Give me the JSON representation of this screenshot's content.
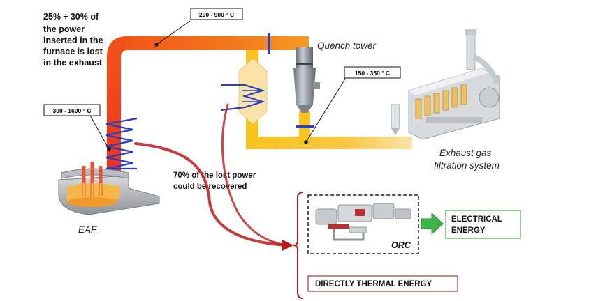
{
  "loss_note": [
    "25% ÷ 30% of",
    "the power",
    "inserted in the",
    "furnace is lost",
    "in the exhaust"
  ],
  "temperatures": {
    "duct_top": "200 - 900 ° C",
    "furnace_exit": "300 - 1600 ° C",
    "after_quench": "150 - 350 ° C"
  },
  "components": {
    "eaf": "EAF",
    "quench_tower": "Quench tower",
    "filtration": [
      "Exhaust gas",
      "filtration system"
    ],
    "orc": "ORC"
  },
  "recovery_note": [
    "70% of the lost power",
    "could be recovered"
  ],
  "outputs": {
    "electrical": [
      "ELECTRICAL",
      "ENERGY"
    ],
    "thermal": "DIRECTLY THERMAL ENERGY"
  },
  "colors": {
    "duct_hot": "#f0401a",
    "duct_mid": "#f5a21e",
    "duct_cool": "#f7c31c",
    "coil": "#2b3fbf",
    "recovery_arrow": "#c0181a",
    "electrical_arrow": "#3fb24a",
    "electrical_box": "#4aa84e",
    "thermal_box": "#b83030",
    "bracket": "#c0181a"
  }
}
